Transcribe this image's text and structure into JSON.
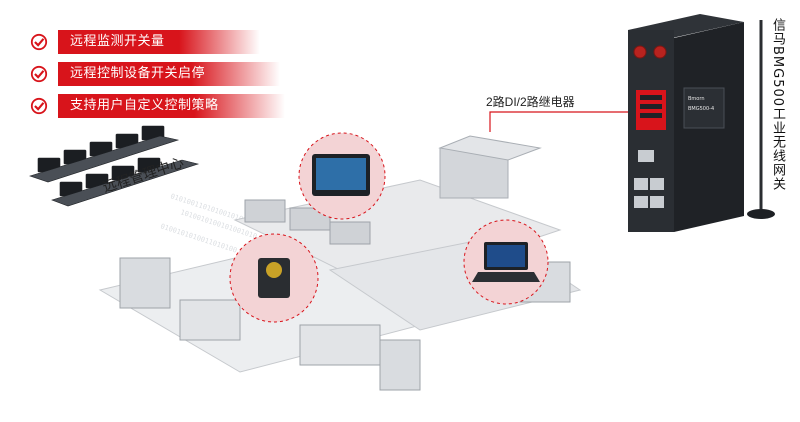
{
  "features": [
    {
      "label": "远程监测开关量"
    },
    {
      "label": "远程控制设备开关启停"
    },
    {
      "label": "支持用户自定义控制策略"
    }
  ],
  "relay_label": "2路DI/2路继电器",
  "gateway_label": "信马BMG500工业无线网关",
  "center_label": "远程管理中心",
  "device": {
    "brand_text": "Bmorn",
    "model_text": "BMG500-4"
  },
  "colors": {
    "accent": "#d8141b"
  }
}
